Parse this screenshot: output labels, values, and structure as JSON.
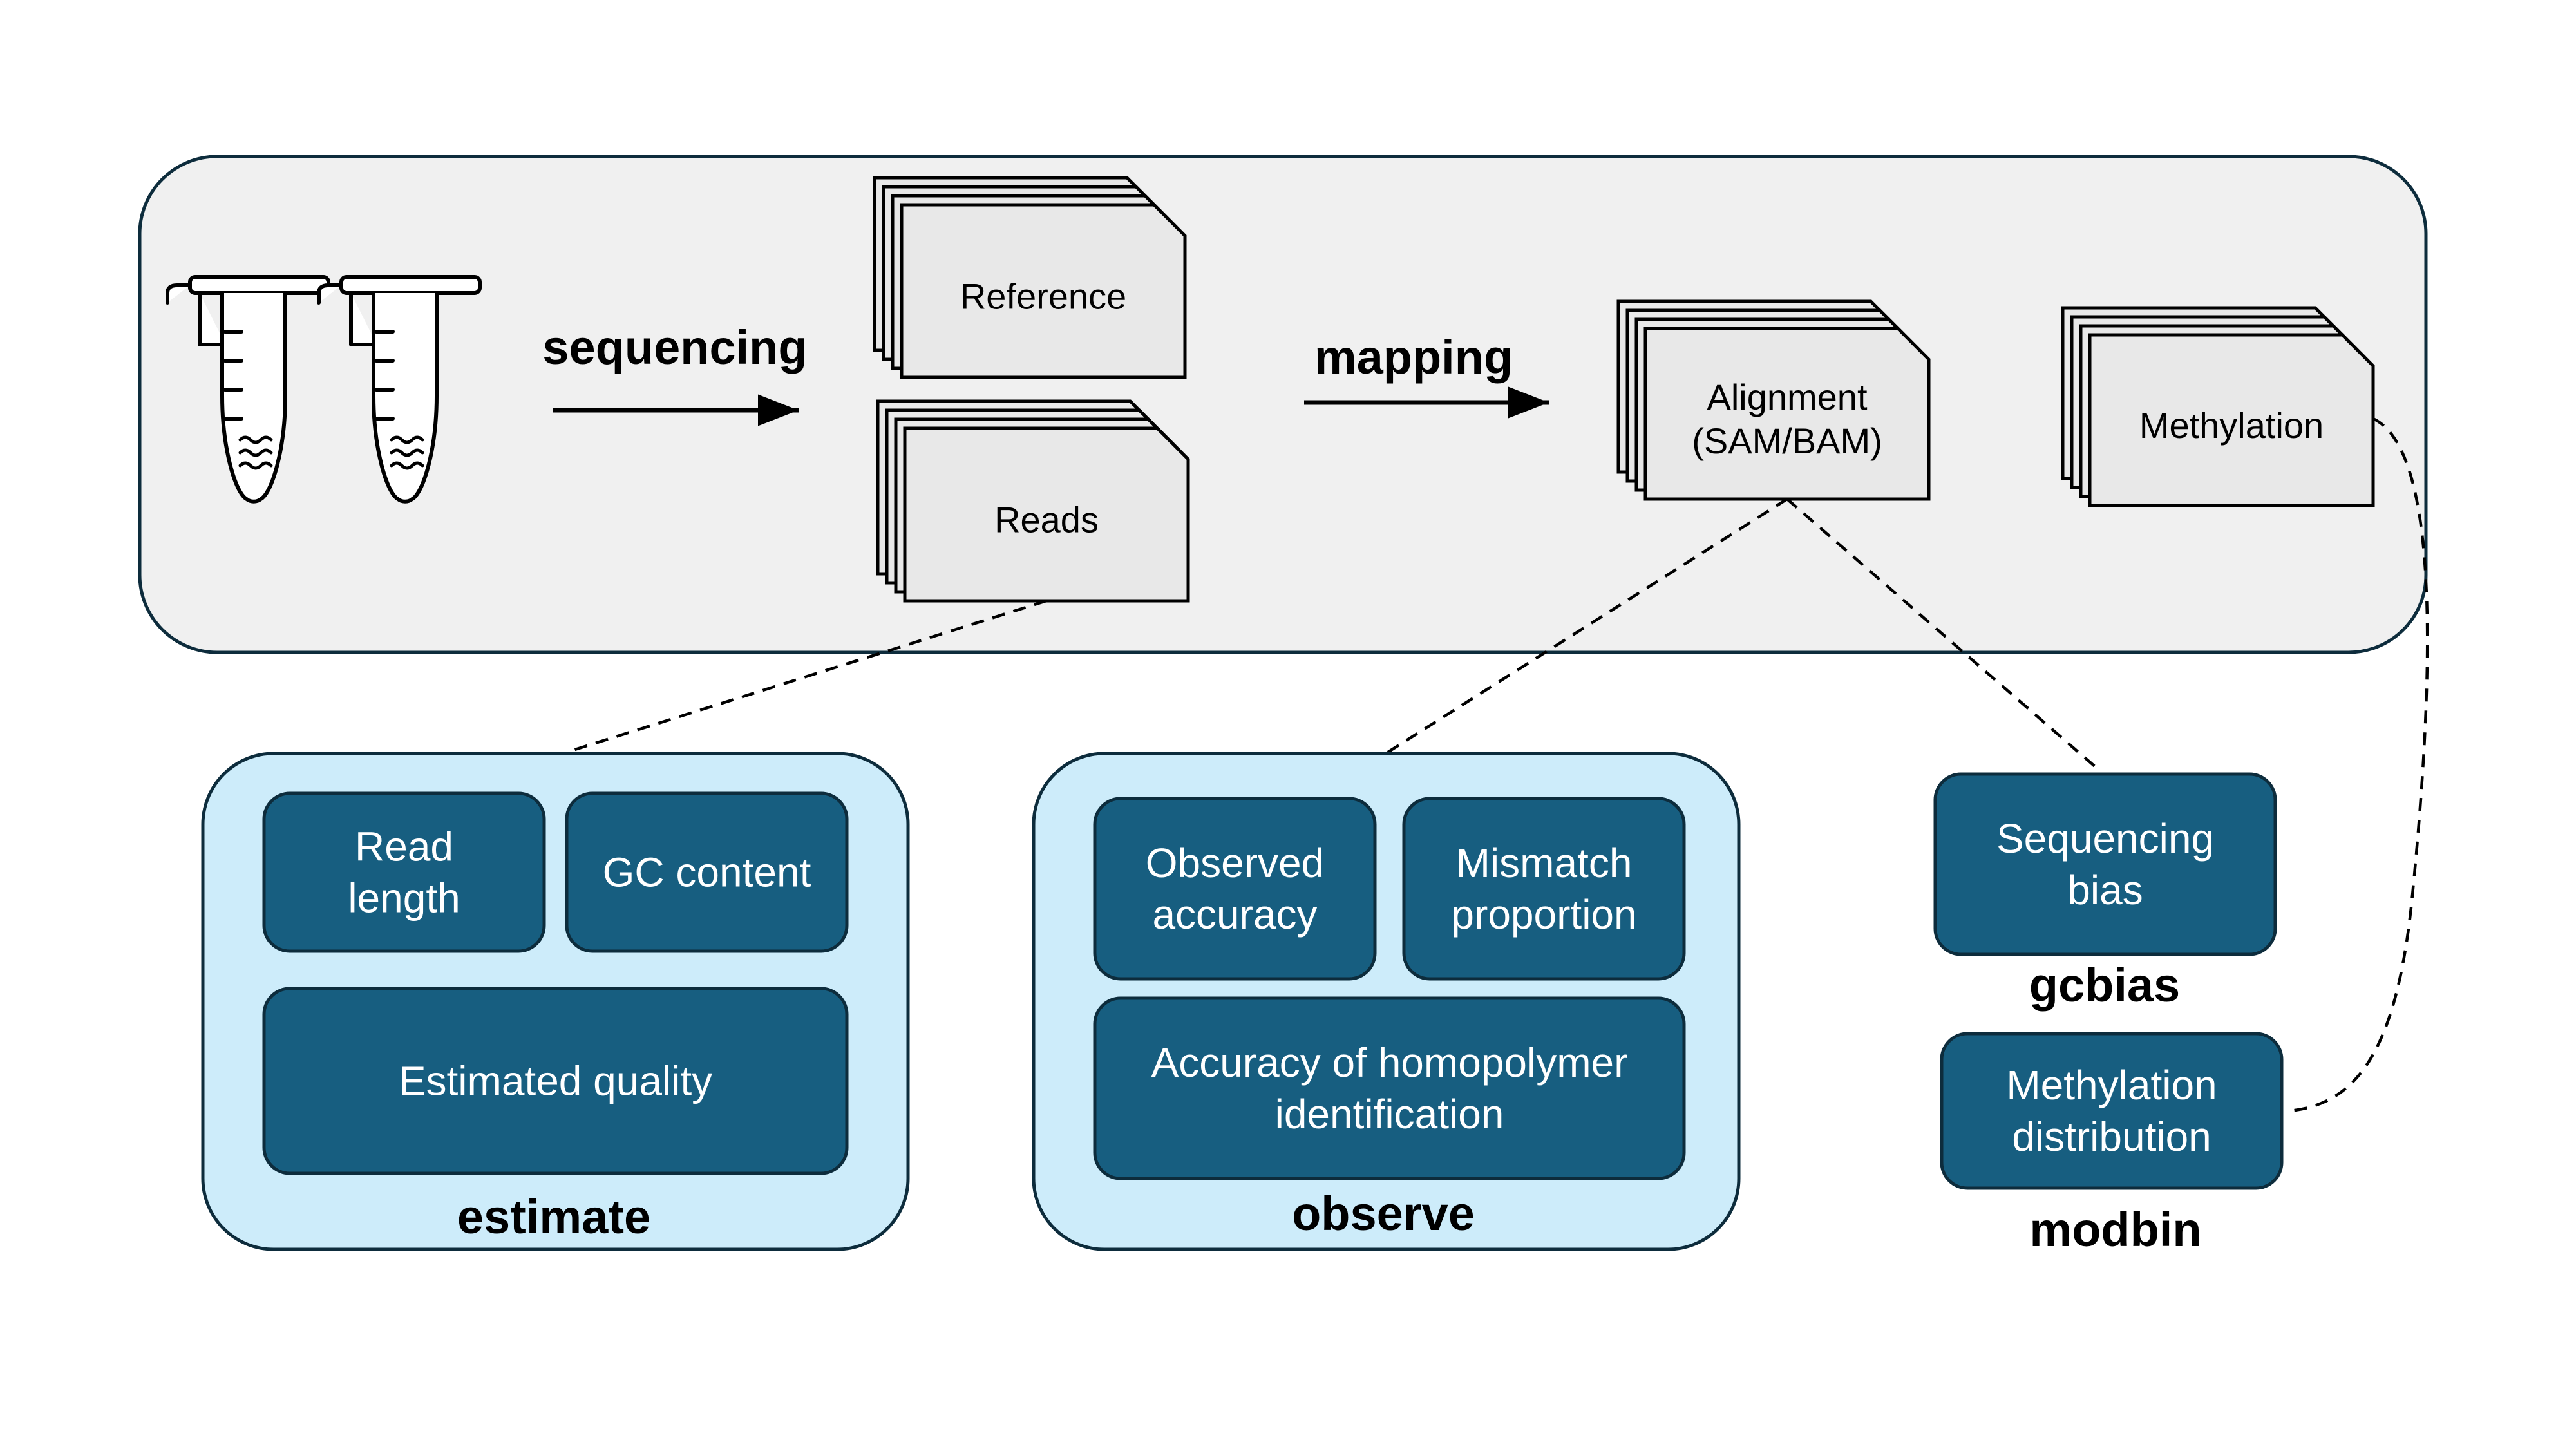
{
  "colors": {
    "pipeline_background": "#f0f0f0",
    "document_fill": "#e8e8e8",
    "metric_fill": "#175e80",
    "group_fill": "#cdecfa",
    "outline": "#0d2c3c"
  },
  "pipeline": {
    "icon": "microcentrifuge-tubes-icon",
    "steps": {
      "sequencing": "sequencing",
      "mapping": "mapping"
    },
    "documents": {
      "reference": [
        "Reference"
      ],
      "reads": [
        "Reads"
      ],
      "alignment": [
        "Alignment",
        "(SAM/BAM)"
      ],
      "methylation": [
        "Methylation"
      ]
    }
  },
  "modules": {
    "estimate": {
      "name": "estimate",
      "metrics": {
        "read_length": [
          "Read",
          "length"
        ],
        "gc_content": [
          "GC content"
        ],
        "estimated_quality": [
          "Estimated quality"
        ]
      }
    },
    "observe": {
      "name": "observe",
      "metrics": {
        "observed_accuracy": [
          "Observed",
          "accuracy"
        ],
        "mismatch_proportion": [
          "Mismatch",
          "proportion"
        ],
        "homopolymer": [
          "Accuracy of homopolymer",
          "identification"
        ]
      }
    },
    "gcbias": {
      "name": "gcbias",
      "metrics": {
        "sequencing_bias": [
          "Sequencing",
          "bias"
        ]
      }
    },
    "modbin": {
      "name": "modbin",
      "metrics": {
        "methylation_distribution": [
          "Methylation",
          "distribution"
        ]
      }
    }
  }
}
